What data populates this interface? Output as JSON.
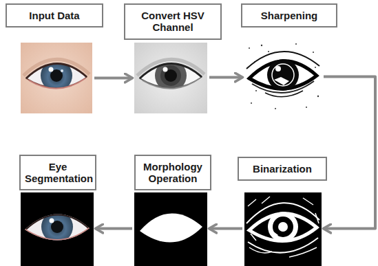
{
  "diagram": {
    "nodes": [
      {
        "text": [
          "Input Data"
        ]
      },
      {
        "text": [
          "Convert HSV Channel"
        ]
      },
      {
        "text": [
          "Sharpening"
        ]
      },
      {
        "text": [
          "Binarization"
        ]
      },
      {
        "text": [
          "Morphology Operation"
        ]
      },
      {
        "text": [
          "Eye Segmentation"
        ]
      }
    ],
    "edges": [
      {
        "from": 0,
        "to": 1,
        "arrow": "to"
      },
      {
        "from": 1,
        "to": 2,
        "arrow": "to"
      },
      {
        "from": 2,
        "to": 3,
        "arrow": "to"
      },
      {
        "from": 3,
        "to": 4,
        "arrow": "to"
      },
      {
        "from": 4,
        "to": 5,
        "arrow": "to"
      }
    ]
  }
}
